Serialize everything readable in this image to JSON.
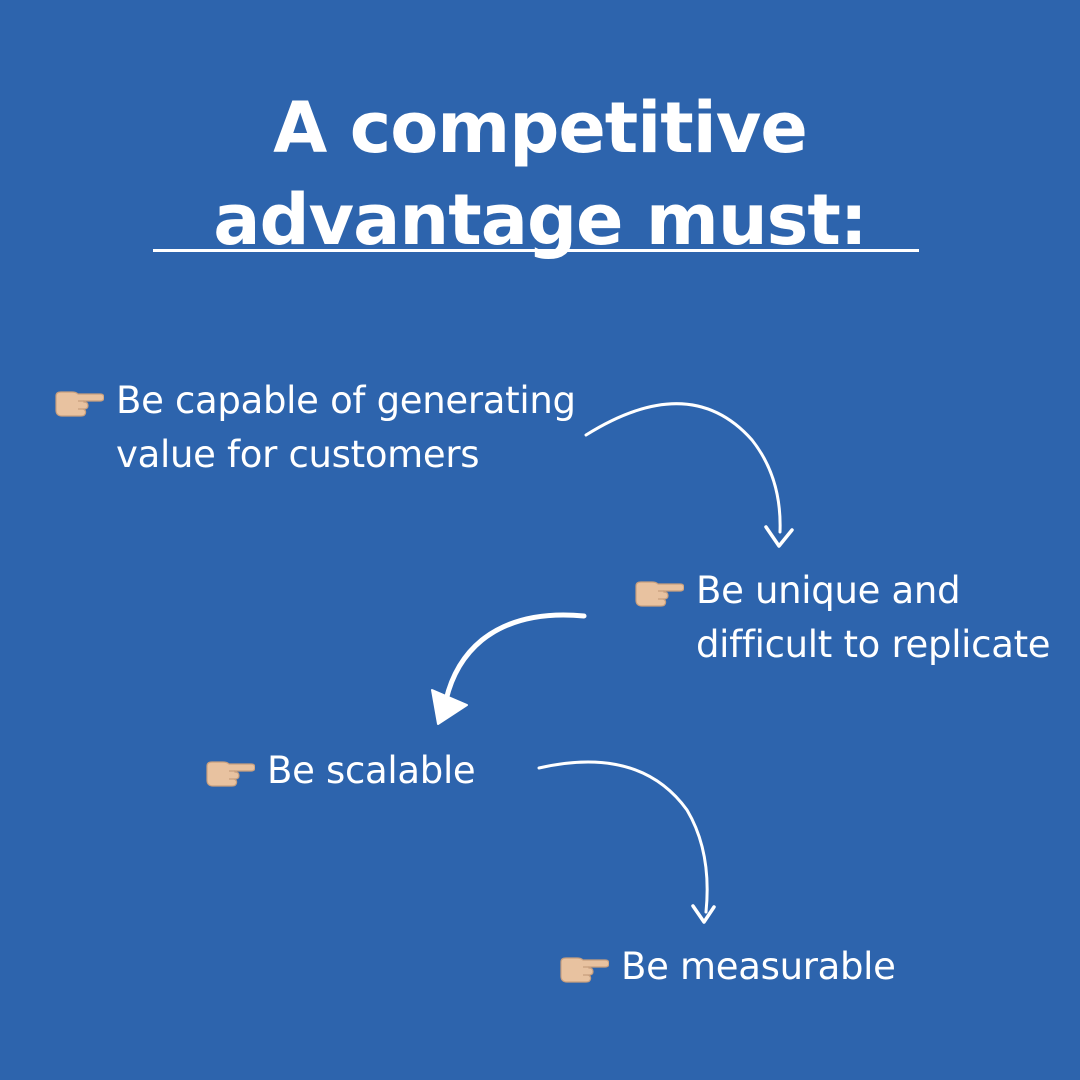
{
  "title": {
    "line1": "A competitive",
    "line2": "advantage must:"
  },
  "items": [
    {
      "icon": "pointing-hand-icon",
      "lines": [
        "Be capable of generating",
        "value for customers"
      ]
    },
    {
      "icon": "pointing-hand-icon",
      "lines": [
        "Be unique and",
        "difficult to replicate"
      ]
    },
    {
      "icon": "pointing-hand-icon",
      "lines": [
        "Be scalable"
      ]
    },
    {
      "icon": "pointing-hand-icon",
      "lines": [
        "Be measurable"
      ]
    }
  ],
  "colors": {
    "background": "#2d64ad",
    "text": "#ffffff",
    "hand_skin": "#e8c2a0",
    "hand_outline": "#c89f7e"
  }
}
